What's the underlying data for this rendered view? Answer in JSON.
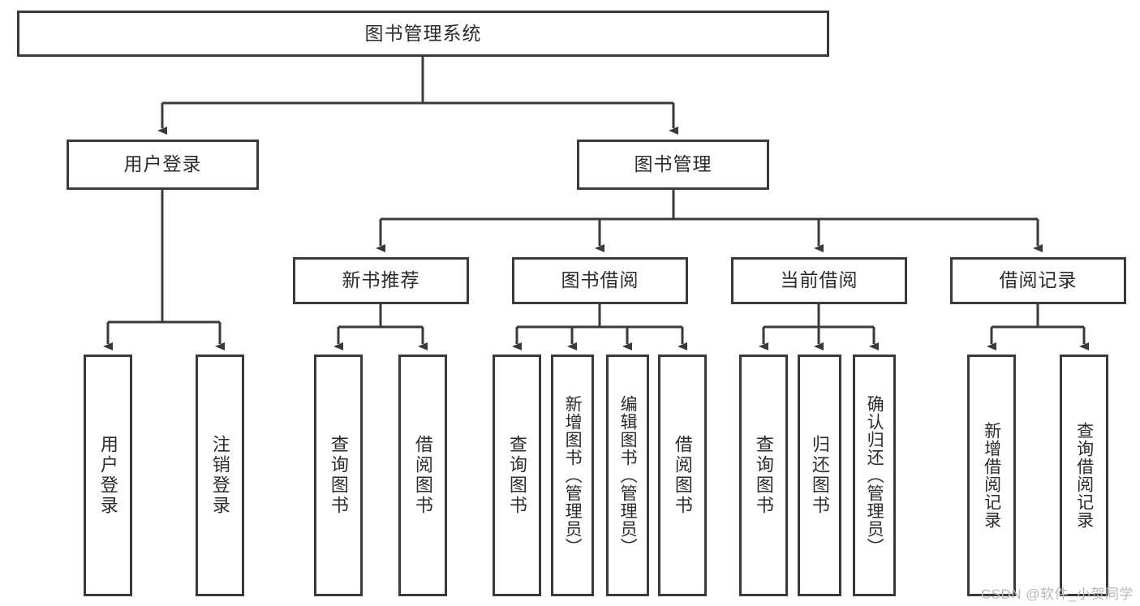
{
  "diagram": {
    "title": "图书管理系统",
    "type": "tree-hierarchy",
    "root": {
      "label": "图书管理系统"
    },
    "level2": [
      {
        "id": "user-login",
        "label": "用户登录"
      },
      {
        "id": "book-management",
        "label": "图书管理"
      }
    ],
    "level3": [
      {
        "id": "new-book-recommend",
        "label": "新书推荐",
        "parent": "book-management"
      },
      {
        "id": "book-borrow",
        "label": "图书借阅",
        "parent": "book-management"
      },
      {
        "id": "current-borrow",
        "label": "当前借阅",
        "parent": "book-management"
      },
      {
        "id": "borrow-record",
        "label": "借阅记录",
        "parent": "book-management"
      }
    ],
    "leaves": [
      {
        "id": "leaf-user-login",
        "label": "用户登录",
        "parent": "user-login"
      },
      {
        "id": "leaf-logout-login",
        "label": "注销登录",
        "parent": "user-login"
      },
      {
        "id": "leaf-query-book-1",
        "label": "查询图书",
        "parent": "new-book-recommend"
      },
      {
        "id": "leaf-borrow-book-1",
        "label": "借阅图书",
        "parent": "new-book-recommend"
      },
      {
        "id": "leaf-query-book-2",
        "label": "查询图书",
        "parent": "book-borrow"
      },
      {
        "id": "leaf-add-book",
        "label": "新增图书（管理员）",
        "parent": "book-borrow"
      },
      {
        "id": "leaf-edit-book",
        "label": "编辑图书（管理员）",
        "parent": "book-borrow"
      },
      {
        "id": "leaf-borrow-book-2",
        "label": "借阅图书",
        "parent": "book-borrow"
      },
      {
        "id": "leaf-query-book-3",
        "label": "查询图书",
        "parent": "current-borrow"
      },
      {
        "id": "leaf-return-book",
        "label": "归还图书",
        "parent": "current-borrow"
      },
      {
        "id": "leaf-confirm-return",
        "label": "确认归还（管理员）",
        "parent": "current-borrow"
      },
      {
        "id": "leaf-add-record",
        "label": "新增借阅记录",
        "parent": "borrow-record"
      },
      {
        "id": "leaf-query-record",
        "label": "查询借阅记录",
        "parent": "borrow-record"
      }
    ],
    "colors": {
      "stroke": "#3a3a3a",
      "fill": "#ffffff",
      "text": "#2b2b2b",
      "watermark": "#b9b9b9"
    }
  },
  "watermark": {
    "text": "CSDN @软件_小贺同学"
  }
}
